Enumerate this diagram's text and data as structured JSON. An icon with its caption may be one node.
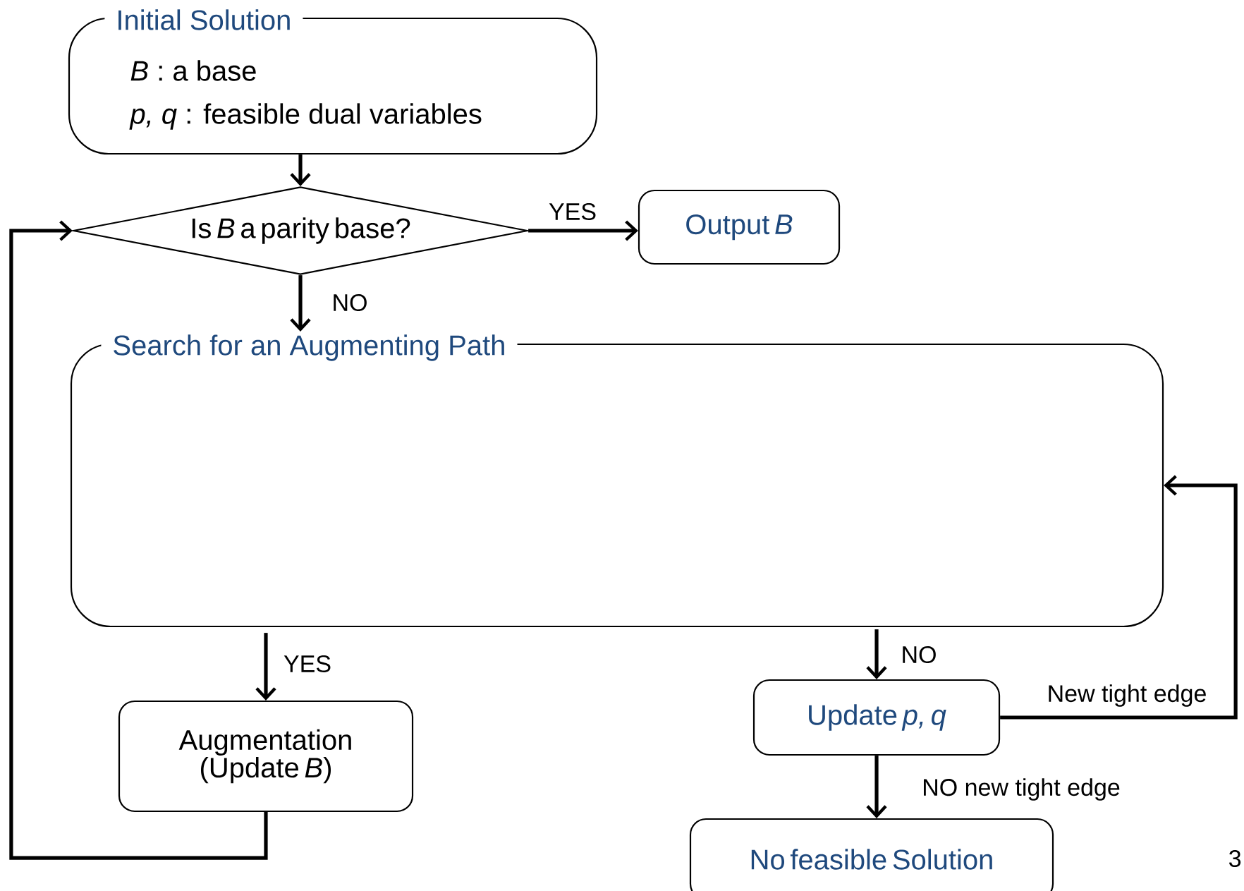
{
  "diagram": {
    "nodes": [
      {
        "text": [
          "Initial Solution",
          "*B* : a base",
          "*p, q* : feasible dual variables"
        ]
      },
      {
        "text": [
          "Is *B* a parity base?"
        ]
      },
      {
        "text": [
          "Output *B*"
        ]
      },
      {
        "text": [
          "Search for an Augmenting Path"
        ]
      },
      {
        "text": [
          "Augmentation (Update *B*)"
        ]
      },
      {
        "text": [
          "Update *p, q*"
        ]
      },
      {
        "text": [
          "No feasible Solution"
        ]
      }
    ],
    "edges": [
      {
        "from": 0,
        "to": 1,
        "arrow": "to"
      },
      {
        "from": 1,
        "to": 2,
        "arrow": "to",
        "label": "YES"
      },
      {
        "from": 1,
        "to": 3,
        "arrow": "to",
        "label": "NO"
      },
      {
        "from": 3,
        "to": 4,
        "arrow": "to",
        "label": "YES"
      },
      {
        "from": 3,
        "to": 5,
        "arrow": "to",
        "label": "NO"
      },
      {
        "from": 5,
        "to": 3,
        "arrow": "to",
        "label": "New tight edge"
      },
      {
        "from": 5,
        "to": 6,
        "arrow": "to",
        "label": "NO new tight edge"
      },
      {
        "from": 4,
        "to": 1,
        "arrow": "to"
      }
    ],
    "labels": [
      "3"
    ]
  }
}
